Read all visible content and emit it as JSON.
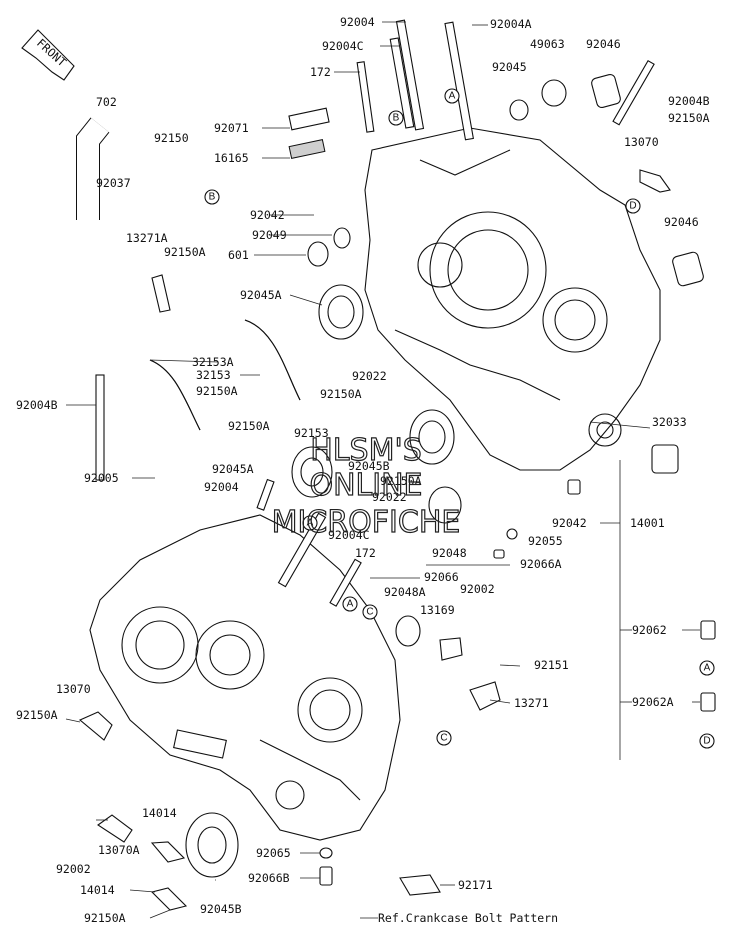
{
  "front_label": "FRONT",
  "watermark": [
    "HLSM'S",
    "ONLINE",
    "MICROFICHE"
  ],
  "reference_note": "Ref.Crankcase Bolt Pattern",
  "part_labels": [
    "92004",
    "92004A",
    "92004C",
    "49063",
    "92046",
    "172",
    "92045",
    "702",
    "92150",
    "92004B",
    "92071",
    "92150A",
    "16165",
    "13070",
    "92037",
    "92042",
    "92046",
    "92049",
    "601",
    "13271A",
    "92150A",
    "92045A",
    "32153A",
    "32153",
    "92150A",
    "92022",
    "92004B",
    "92150A",
    "92150A",
    "32033",
    "92153",
    "92045A",
    "92045B",
    "92004",
    "92150A",
    "92022",
    "92005",
    "92042",
    "14001",
    "92055",
    "92048",
    "92004C",
    "172",
    "92066A",
    "92066",
    "92002",
    "92048A",
    "13169",
    "92062",
    "92151",
    "13070",
    "13271",
    "92150A",
    "92062A",
    "14014",
    "13070A",
    "92065",
    "92002",
    "92066B",
    "92171",
    "14014",
    "92045B",
    "92150A"
  ],
  "markers": [
    "B",
    "A",
    "B",
    "D",
    "A",
    "A",
    "C",
    "A",
    "C",
    "D"
  ]
}
